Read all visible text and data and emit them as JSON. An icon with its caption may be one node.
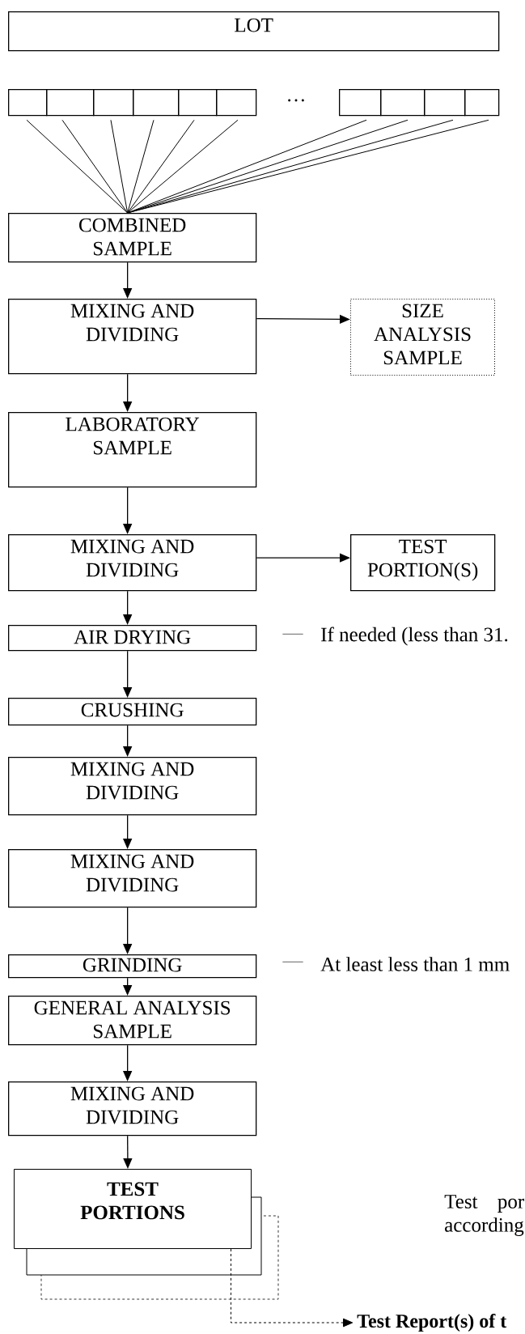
{
  "diagram": {
    "nodes": [
      {
        "text": [
          "LOT"
        ]
      },
      {
        "text": [],
        "shape": "box"
      },
      {
        "text": [],
        "shape": "box"
      },
      {
        "text": [],
        "shape": "box"
      },
      {
        "text": [],
        "shape": "box"
      },
      {
        "text": [],
        "shape": "box"
      },
      {
        "text": [],
        "shape": "box"
      },
      {
        "text": [],
        "shape": "box"
      },
      {
        "text": [],
        "shape": "box"
      },
      {
        "text": [],
        "shape": "box"
      },
      {
        "text": [],
        "shape": "box"
      },
      {
        "text": [
          "COMBINED SAMPLE"
        ]
      },
      {
        "text": [
          "MIXING AND DIVIDING"
        ]
      },
      {
        "text": [
          "SIZE ANALYSIS SAMPLE"
        ]
      },
      {
        "text": [
          "LABORATORY SAMPLE"
        ]
      },
      {
        "text": [
          "MIXING AND DIVIDING"
        ]
      },
      {
        "text": [
          "TEST PORTION(S)"
        ]
      },
      {
        "text": [
          "AIR DRYING"
        ]
      },
      {
        "text": [
          "CRUSHING"
        ]
      },
      {
        "text": [
          "MIXING AND DIVIDING"
        ]
      },
      {
        "text": [
          "MIXING AND DIVIDING"
        ]
      },
      {
        "text": [
          "GRINDING"
        ]
      },
      {
        "text": [
          "GENERAL ANALYSIS SAMPLE"
        ]
      },
      {
        "text": [
          "MIXING AND DIVIDING"
        ]
      },
      {
        "text": [
          "TEST PORTIONS"
        ]
      },
      {
        "text": [
          "Test Report(s) of t"
        ]
      }
    ],
    "edges": [
      {
        "from": 1,
        "to": 11,
        "arrow": "none"
      },
      {
        "from": 2,
        "to": 11,
        "arrow": "none"
      },
      {
        "from": 3,
        "to": 11,
        "arrow": "none"
      },
      {
        "from": 4,
        "to": 11,
        "arrow": "none"
      },
      {
        "from": 5,
        "to": 11,
        "arrow": "none"
      },
      {
        "from": 6,
        "to": 11,
        "arrow": "none"
      },
      {
        "from": 7,
        "to": 11,
        "arrow": "none"
      },
      {
        "from": 8,
        "to": 11,
        "arrow": "none"
      },
      {
        "from": 9,
        "to": 11,
        "arrow": "none"
      },
      {
        "from": 10,
        "to": 11,
        "arrow": "none"
      },
      {
        "from": 11,
        "to": 12,
        "arrow": "to"
      },
      {
        "from": 12,
        "to": 13,
        "arrow": "to"
      },
      {
        "from": 12,
        "to": 14,
        "arrow": "to"
      },
      {
        "from": 14,
        "to": 15,
        "arrow": "to"
      },
      {
        "from": 15,
        "to": 16,
        "arrow": "to"
      },
      {
        "from": 15,
        "to": 17,
        "arrow": "to"
      },
      {
        "from": 17,
        "to": 18,
        "arrow": "to"
      },
      {
        "from": 18,
        "to": 19,
        "arrow": "to"
      },
      {
        "from": 19,
        "to": 20,
        "arrow": "to"
      },
      {
        "from": 20,
        "to": 21,
        "arrow": "to"
      },
      {
        "from": 21,
        "to": 22,
        "arrow": "to"
      },
      {
        "from": 22,
        "to": 23,
        "arrow": "to"
      },
      {
        "from": 23,
        "to": 24,
        "arrow": "to"
      },
      {
        "from": 24,
        "to": 25,
        "arrow": "to",
        "style": "dashed"
      }
    ],
    "labels": [
      "…",
      "—",
      "If needed (less than 31.",
      "—",
      "At least less than 1 mm",
      "Test por according"
    ]
  }
}
